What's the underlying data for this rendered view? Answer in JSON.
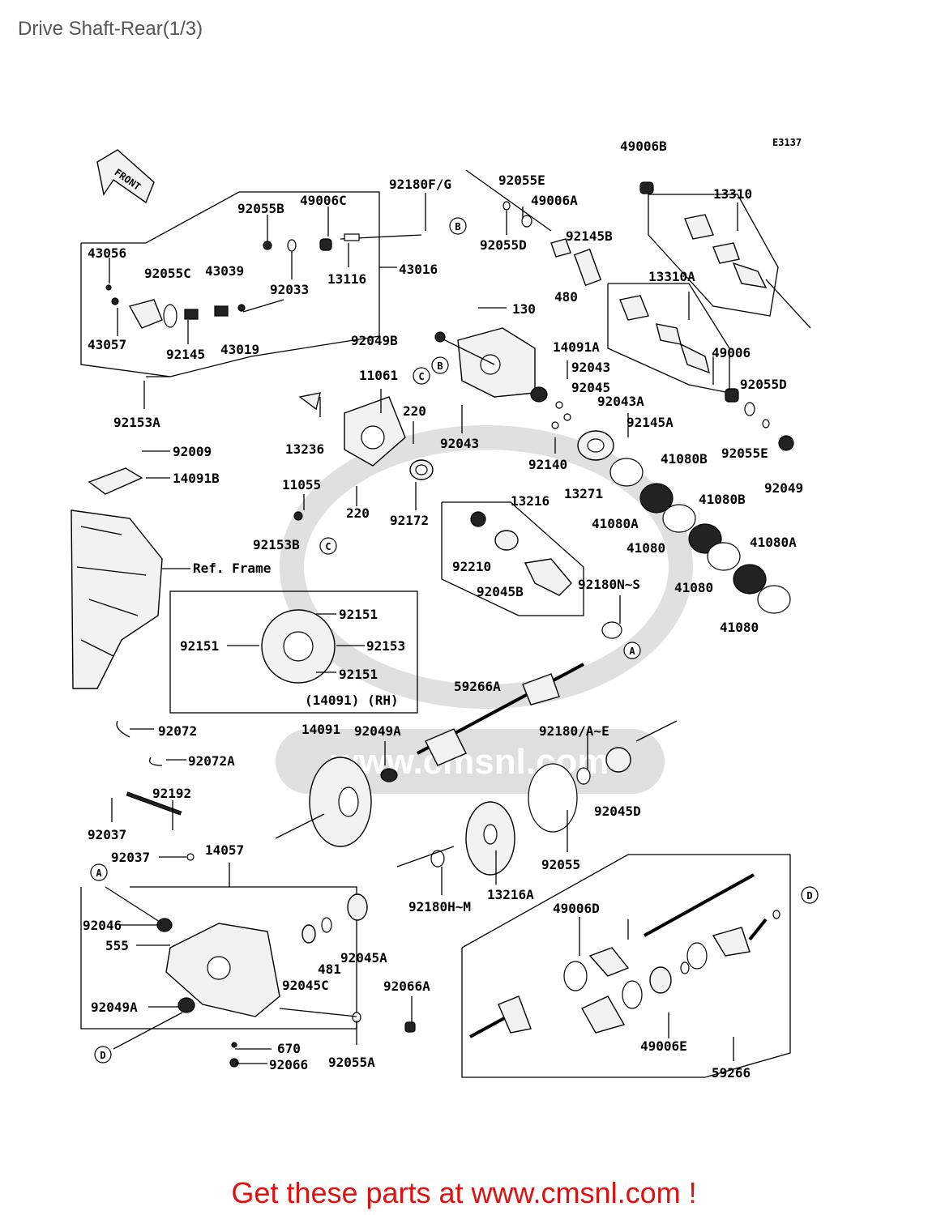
{
  "page": {
    "title": "Drive Shaft-Rear(1/3)",
    "cta": "Get these parts at www.cmsnl.com !"
  },
  "diagram": {
    "code": "E3137",
    "front_label": "FRONT",
    "frame_label": "Ref. Frame",
    "inset_label": "(14091)  (RH)",
    "watermark": "www.cmsnl.com",
    "callouts": {
      "A": "A",
      "B": "B",
      "C": "C",
      "D": "D"
    },
    "part_labels": [
      {
        "id": "p01",
        "text": "49006B"
      },
      {
        "id": "p02",
        "text": "E3137"
      },
      {
        "id": "p03",
        "text": "92055E"
      },
      {
        "id": "p04",
        "text": "92180F/G"
      },
      {
        "id": "p05",
        "text": "49006A"
      },
      {
        "id": "p06",
        "text": "13310"
      },
      {
        "id": "p07",
        "text": "92055B"
      },
      {
        "id": "p08",
        "text": "49006C"
      },
      {
        "id": "p09",
        "text": "92055D"
      },
      {
        "id": "p10",
        "text": "92145B"
      },
      {
        "id": "p11",
        "text": "43056"
      },
      {
        "id": "p12",
        "text": "43016"
      },
      {
        "id": "p13",
        "text": "92055C"
      },
      {
        "id": "p14",
        "text": "43039"
      },
      {
        "id": "p15",
        "text": "13116"
      },
      {
        "id": "p16",
        "text": "92033"
      },
      {
        "id": "p17",
        "text": "480"
      },
      {
        "id": "p18",
        "text": "13310A"
      },
      {
        "id": "p19",
        "text": "130"
      },
      {
        "id": "p20",
        "text": "43057"
      },
      {
        "id": "p21",
        "text": "92145"
      },
      {
        "id": "p22",
        "text": "43019"
      },
      {
        "id": "p23",
        "text": "92049B"
      },
      {
        "id": "p24",
        "text": "14091A"
      },
      {
        "id": "p25",
        "text": "49006"
      },
      {
        "id": "p26",
        "text": "92043"
      },
      {
        "id": "p27",
        "text": "11061"
      },
      {
        "id": "p28",
        "text": "92045"
      },
      {
        "id": "p29",
        "text": "92055D"
      },
      {
        "id": "p30",
        "text": "92153A"
      },
      {
        "id": "p31",
        "text": "220"
      },
      {
        "id": "p32",
        "text": "92043A"
      },
      {
        "id": "p33",
        "text": "92145A"
      },
      {
        "id": "p34",
        "text": "92043"
      },
      {
        "id": "p35",
        "text": "13236"
      },
      {
        "id": "p36",
        "text": "92140"
      },
      {
        "id": "p37",
        "text": "41080B"
      },
      {
        "id": "p38",
        "text": "92055E"
      },
      {
        "id": "p39",
        "text": "92009"
      },
      {
        "id": "p40",
        "text": "14091B"
      },
      {
        "id": "p41",
        "text": "92049"
      },
      {
        "id": "p42",
        "text": "11055"
      },
      {
        "id": "p43",
        "text": "220"
      },
      {
        "id": "p44",
        "text": "92172"
      },
      {
        "id": "p45",
        "text": "13216"
      },
      {
        "id": "p46",
        "text": "41080B"
      },
      {
        "id": "p47",
        "text": "13271"
      },
      {
        "id": "p48",
        "text": "41080A"
      },
      {
        "id": "p49",
        "text": "92153B"
      },
      {
        "id": "p50",
        "text": "41080"
      },
      {
        "id": "p51",
        "text": "41080A"
      },
      {
        "id": "p52",
        "text": "92210"
      },
      {
        "id": "p53",
        "text": "41080"
      },
      {
        "id": "p54",
        "text": "92045B"
      },
      {
        "id": "p55",
        "text": "92180N~S"
      },
      {
        "id": "p56",
        "text": "92151"
      },
      {
        "id": "p57",
        "text": "92151"
      },
      {
        "id": "p58",
        "text": "92153"
      },
      {
        "id": "p59",
        "text": "41080"
      },
      {
        "id": "p60",
        "text": "92151"
      },
      {
        "id": "p61",
        "text": "59266A"
      },
      {
        "id": "p62",
        "text": "14091"
      },
      {
        "id": "p63",
        "text": "92049A"
      },
      {
        "id": "p64",
        "text": "92180/A~E"
      },
      {
        "id": "p65",
        "text": "92072"
      },
      {
        "id": "p66",
        "text": "92072A"
      },
      {
        "id": "p67",
        "text": "92045D"
      },
      {
        "id": "p68",
        "text": "92192"
      },
      {
        "id": "p69",
        "text": "92037"
      },
      {
        "id": "p70",
        "text": "92037"
      },
      {
        "id": "p71",
        "text": "14057"
      },
      {
        "id": "p72",
        "text": "92055"
      },
      {
        "id": "p73",
        "text": "13216A"
      },
      {
        "id": "p74",
        "text": "92180H~M"
      },
      {
        "id": "p75",
        "text": "49006D"
      },
      {
        "id": "p76",
        "text": "92046"
      },
      {
        "id": "p77",
        "text": "555"
      },
      {
        "id": "p78",
        "text": "481"
      },
      {
        "id": "p79",
        "text": "92045A"
      },
      {
        "id": "p80",
        "text": "92045C"
      },
      {
        "id": "p81",
        "text": "92066A"
      },
      {
        "id": "p82",
        "text": "92049A"
      },
      {
        "id": "p83",
        "text": "670"
      },
      {
        "id": "p84",
        "text": "49006E"
      },
      {
        "id": "p85",
        "text": "92066"
      },
      {
        "id": "p86",
        "text": "92055A"
      },
      {
        "id": "p87",
        "text": "59266"
      }
    ]
  }
}
